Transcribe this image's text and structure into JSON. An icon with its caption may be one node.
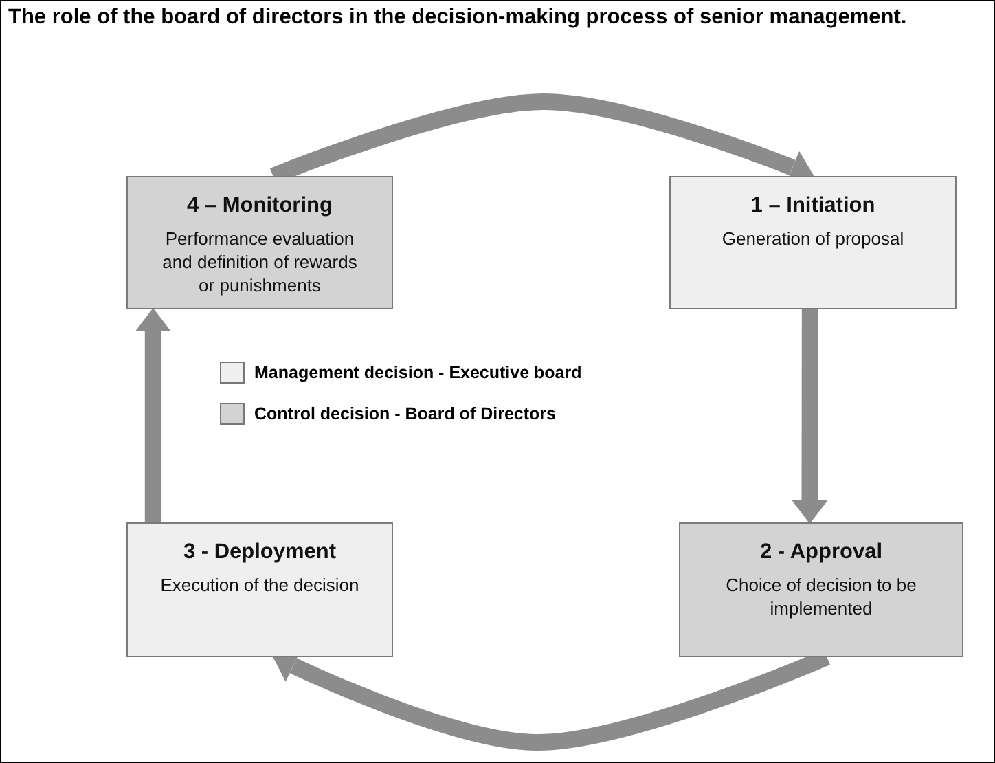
{
  "diagram": {
    "title": "The role of the board of directors in the decision-making process of senior management.",
    "nodes": [
      {
        "text": [
          "4 – Monitoring",
          "Performance evaluation and definition of rewards or punishments"
        ]
      },
      {
        "text": [
          "1 – Initiation",
          "Generation of proposal"
        ]
      },
      {
        "text": [
          "3 - Deployment",
          "Execution of the decision"
        ]
      },
      {
        "text": [
          "2 - Approval",
          "Choice of decision to be implemented"
        ]
      }
    ],
    "edges": [
      {
        "from": 0,
        "to": 1,
        "arrow": "to"
      },
      {
        "from": 1,
        "to": 3,
        "arrow": "to"
      },
      {
        "from": 3,
        "to": 2,
        "arrow": "to"
      },
      {
        "from": 2,
        "to": 0,
        "arrow": "to"
      }
    ],
    "legend": [
      {
        "text": "Management decision - Executive board",
        "color": "#efefef"
      },
      {
        "text": "Control decision - Board of Directors",
        "color": "#d3d3d3"
      }
    ]
  }
}
